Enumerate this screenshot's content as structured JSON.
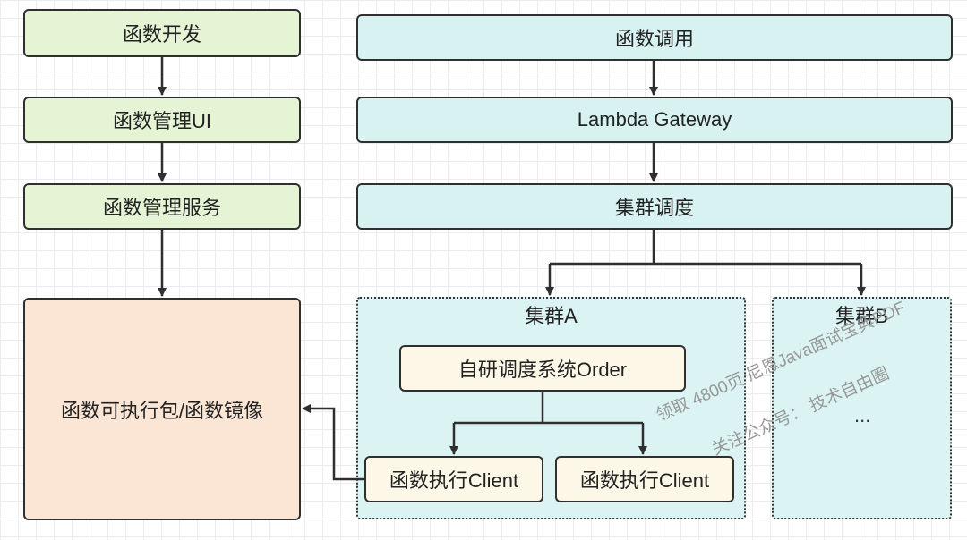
{
  "left": {
    "dev": "函数开发",
    "ui": "函数管理UI",
    "service": "函数管理服务",
    "package": "函数可执行包/函数镜像"
  },
  "right": {
    "invoke": "函数调用",
    "gateway": "Lambda Gateway",
    "scheduler": "集群调度"
  },
  "cluster_a": {
    "title": "集群A",
    "order": "自研调度系统Order",
    "client1": "函数执行Client",
    "client2": "函数执行Client"
  },
  "cluster_b": {
    "title": "集群B",
    "ellipsis": "..."
  },
  "watermark": {
    "line1": "领取 4800页 尼恩Java面试宝典PDF",
    "line2": "关注公众号： 技术自由圈"
  },
  "colors": {
    "green_fill": "#e4f4d5",
    "cyan_fill": "#d8f2f2",
    "peach_fill": "#fbe6d6",
    "cream_fill": "#fcf7e6",
    "stroke": "#2f2f2f"
  }
}
